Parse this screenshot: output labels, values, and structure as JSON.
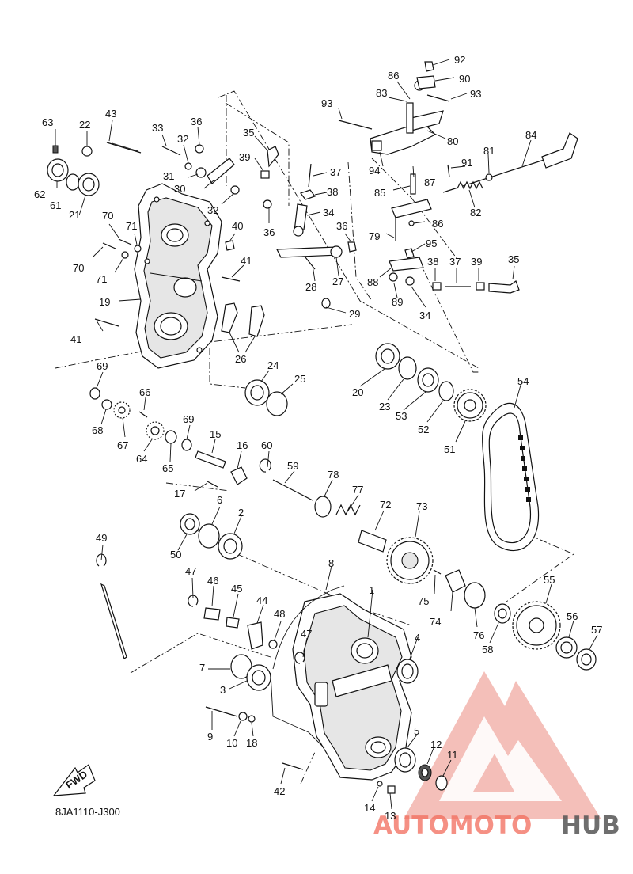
{
  "drawing_code": "8JA1110-J300",
  "fwd_label": "FWD",
  "watermark": {
    "part1": "AUTOMOTO",
    "part2": "HUB",
    "color_primary": "#f26b5b",
    "color_secondary": "#555555"
  },
  "callouts": {
    "n1": "1",
    "n2": "2",
    "n3": "3",
    "n4": "4",
    "n5": "5",
    "n6": "6",
    "n7": "7",
    "n8": "8",
    "n9": "9",
    "n10": "10",
    "n11": "11",
    "n12": "12",
    "n13": "13",
    "n14": "14",
    "n15": "15",
    "n16": "16",
    "n17": "17",
    "n18": "18",
    "n19": "19",
    "n20": "20",
    "n21": "21",
    "n22": "22",
    "n23": "23",
    "n24": "24",
    "n25": "25",
    "n26": "26",
    "n27": "27",
    "n28": "28",
    "n29": "29",
    "n30": "30",
    "n31": "31",
    "n32": "32",
    "n33": "33",
    "n34": "34",
    "n35": "35",
    "n36": "36",
    "n37": "37",
    "n38": "38",
    "n39": "39",
    "n40": "40",
    "n41": "41",
    "n42": "42",
    "n43": "43",
    "n44": "44",
    "n45": "45",
    "n46": "46",
    "n47": "47",
    "n48": "48",
    "n49": "49",
    "n50": "50",
    "n51": "51",
    "n52": "52",
    "n53": "53",
    "n54": "54",
    "n55": "55",
    "n56": "56",
    "n57": "57",
    "n58": "58",
    "n59": "59",
    "n60": "60",
    "n61": "61",
    "n62": "62",
    "n63": "63",
    "n64": "64",
    "n65": "65",
    "n66": "66",
    "n67": "67",
    "n68": "68",
    "n69": "69",
    "n70": "70",
    "n71": "71",
    "n72": "72",
    "n73": "73",
    "n74": "74",
    "n75": "75",
    "n76": "76",
    "n77": "77",
    "n78": "78",
    "n79": "79",
    "n80": "80",
    "n81": "81",
    "n82": "82",
    "n83": "83",
    "n84": "84",
    "n85": "85",
    "n86": "86",
    "n87": "87",
    "n88": "88",
    "n89": "89",
    "n90": "90",
    "n91": "91",
    "n92": "92",
    "n93": "93",
    "n94": "94",
    "n95": "95"
  }
}
